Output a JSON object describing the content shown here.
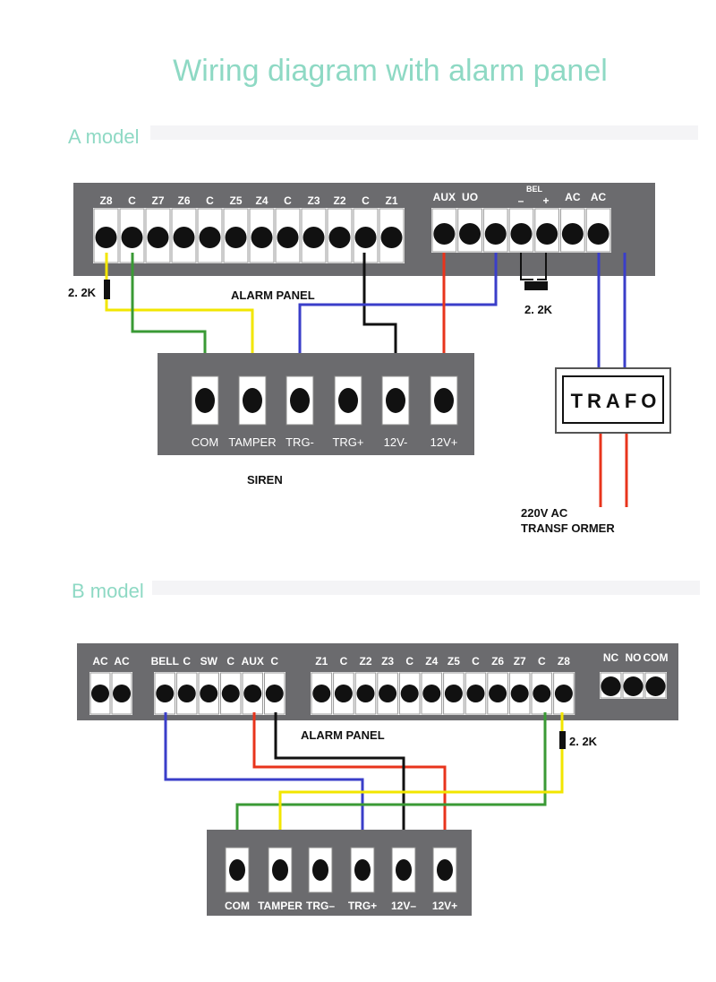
{
  "title": "Wiring diagram with alarm panel",
  "model_a": {
    "heading": "A model",
    "panel_label": "ALARM  PANEL",
    "zone_terminals": [
      "Z8",
      "C",
      "Z7",
      "Z6",
      "C",
      "Z5",
      "Z4",
      "C",
      "Z3",
      "Z2",
      "C",
      "Z1"
    ],
    "power_terminals": [
      "AUX",
      "UO",
      "",
      "",
      "",
      "AC",
      "AC"
    ],
    "bel_label": "BEL",
    "bel_minus": "–",
    "bel_plus": "+",
    "resistor_left": "2. 2K",
    "resistor_bel": "2. 2K",
    "siren_terminals": [
      "COM",
      "TAMPER",
      "TRG-",
      "TRG+",
      "12V-",
      "12V+"
    ],
    "siren_label": "SIREN",
    "trafo_label": "TRAFO",
    "mains_line1": "220V AC",
    "mains_line2": "TRANSF ORMER"
  },
  "model_b": {
    "heading": "B model",
    "panel_label": "ALARM   PANEL",
    "ac_terminals": [
      "AC",
      "AC"
    ],
    "output_terminals": [
      "BELL",
      "C",
      "SW",
      "C",
      "AUX",
      "C"
    ],
    "zone_terminals": [
      "Z1",
      "C",
      "Z2",
      "Z3",
      "C",
      "Z4",
      "Z5",
      "C",
      "Z6",
      "Z7",
      "C",
      "Z8"
    ],
    "relay_terminals": [
      "NC",
      "NO",
      "COM"
    ],
    "resistor": "2. 2K",
    "siren_terminals": [
      "COM",
      "TAMPER",
      "TRG–",
      "TRG+",
      "12V–",
      "12V+"
    ]
  },
  "colors": {
    "panel": "#6b6b6e",
    "terminal": "#ffffff",
    "screw": "#111111",
    "wire_yellow": "#f2e600",
    "wire_green": "#3a9a35",
    "wire_blue": "#3a3ec9",
    "wire_black": "#111111",
    "wire_red": "#e8341c",
    "heading": "#8ed9c4"
  }
}
